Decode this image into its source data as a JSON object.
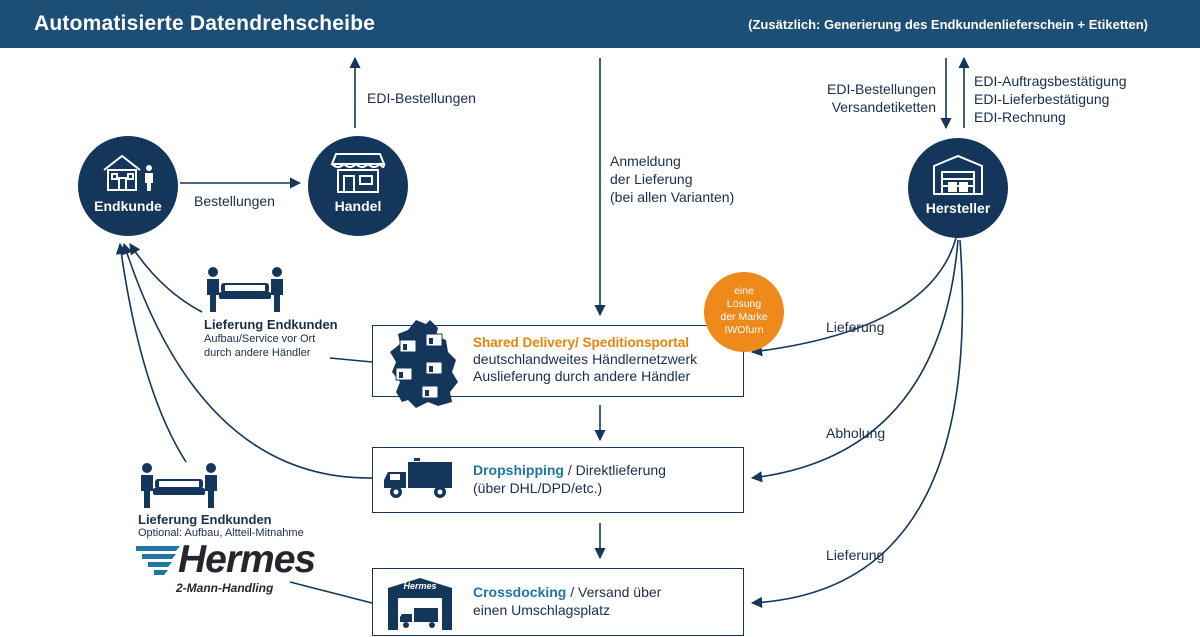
{
  "header": {
    "title": "Automatisierte Datendrehscheibe",
    "subtitle": "(Zusätzlich: Generierung des Endkundenlieferschein + Etiketten)"
  },
  "nodes": {
    "endkunde": "Endkunde",
    "handel": "Handel",
    "hersteller": "Hersteller"
  },
  "labels": {
    "bestellungen": "Bestellungen",
    "edi_bestellungen": "EDI-Bestellungen",
    "anmeldung": [
      "Anmeldung",
      "der Lieferung",
      "(bei allen Varianten)"
    ],
    "hersteller_in": [
      "EDI-Bestellungen",
      "Versandetiketten"
    ],
    "hersteller_out": [
      "EDI-Auftragsbestätigung",
      "EDI-Lieferbestätigung",
      "EDI-Rechnung"
    ],
    "lieferung_1": "Lieferung",
    "abholung": "Abholung",
    "lieferung_2": "Lieferung"
  },
  "badge": [
    "eine",
    "Lösung",
    "der Marke",
    "IWOfurn"
  ],
  "boxes": {
    "shared": {
      "title": "Shared Delivery/ Speditionsportal",
      "line1": "deutschlandweites Händlernetzwerk",
      "line2": "Auslieferung durch andere Händler"
    },
    "dropshipping": {
      "title": "Dropshipping",
      "rest": " / Direktlieferung",
      "line2": "(über DHL/DPD/etc.)"
    },
    "crossdocking": {
      "title": "Crossdocking",
      "rest": " / Versand über",
      "line2": "einen Umschlagsplatz",
      "logo": "Hermes"
    }
  },
  "lieferung_endkunden_1": {
    "title": "Lieferung Endkunden",
    "line1": "Aufbau/Service vor Ort",
    "line2": "durch andere Händler"
  },
  "lieferung_endkunden_2": {
    "title": "Lieferung Endkunden",
    "line1": "Optional: Aufbau, Altteil-Mitnahme"
  },
  "hermes": {
    "logo": "Hermes",
    "sub": "2-Mann-Handling"
  },
  "colors": {
    "navy": "#14365a",
    "header": "#1d4e76",
    "orange": "#e8830c",
    "teal": "#1f76a3"
  }
}
